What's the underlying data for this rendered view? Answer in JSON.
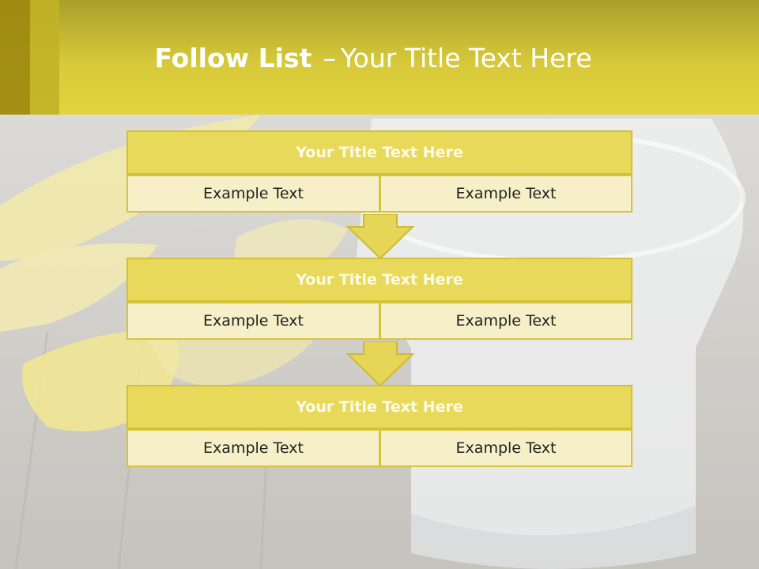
{
  "header": {
    "title_bold": "Follow List",
    "title_rest": "Your Title Text Here"
  },
  "blocks": [
    {
      "title": "Your Title Text Here",
      "left": "Example Text",
      "right": "Example Text"
    },
    {
      "title": "Your Title Text Here",
      "left": "Example Text",
      "right": "Example Text"
    },
    {
      "title": "Your Title Text Here",
      "left": "Example Text",
      "right": "Example Text"
    }
  ],
  "colors": {
    "header": "#e4d33c",
    "block_title_fill": "#e9d95a",
    "cell_fill": "#f6efc8",
    "border": "#d6c53c",
    "arrow_fill": "#e6d657"
  }
}
